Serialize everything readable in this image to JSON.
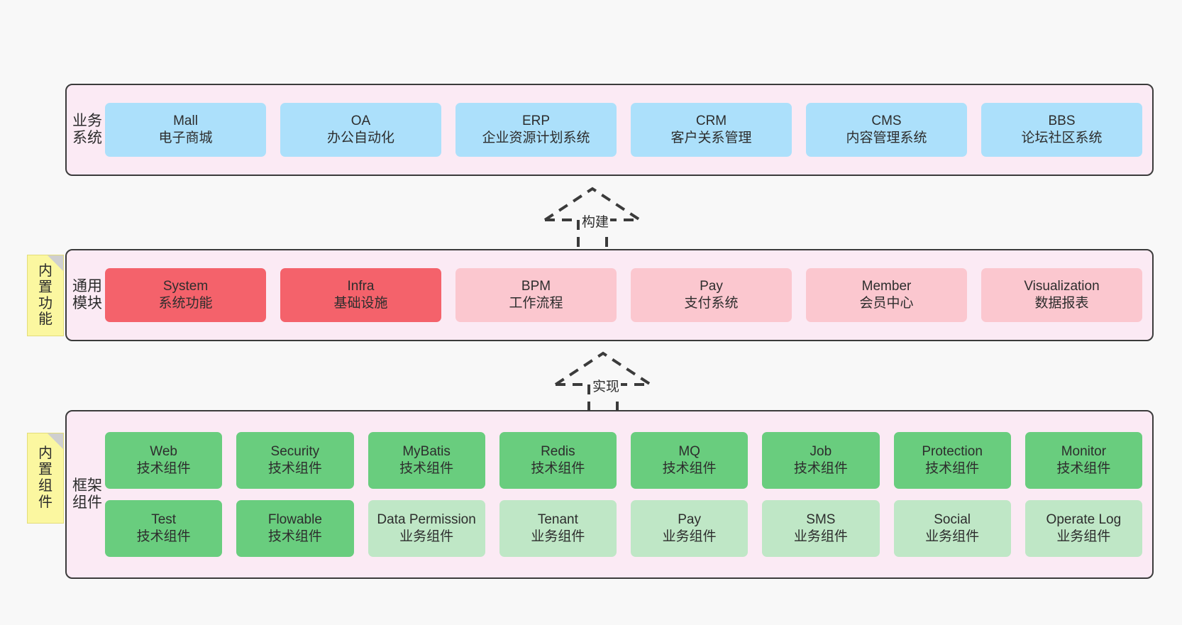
{
  "diagram": {
    "title_note_color": "#fbf7a0",
    "layer_bg_color": "#fbeaf4",
    "layers": [
      {
        "id": "business",
        "label": "业务系统",
        "note": null,
        "rows": [
          {
            "cells": [
              {
                "name": "Mall",
                "sub": "电子商城",
                "color": "#ace0fb"
              },
              {
                "name": "OA",
                "sub": "办公自动化",
                "color": "#ace0fb"
              },
              {
                "name": "ERP",
                "sub": "企业资源计划系统",
                "color": "#ace0fb"
              },
              {
                "name": "CRM",
                "sub": "客户关系管理",
                "color": "#ace0fb"
              },
              {
                "name": "CMS",
                "sub": "内容管理系统",
                "color": "#ace0fb"
              },
              {
                "name": "BBS",
                "sub": "论坛社区系统",
                "color": "#ace0fb"
              }
            ]
          }
        ]
      },
      {
        "id": "common-module",
        "label": "通用模块",
        "note": "内置功能",
        "rows": [
          {
            "cells": [
              {
                "name": "System",
                "sub": "系统功能",
                "color": "#f4626b"
              },
              {
                "name": "Infra",
                "sub": "基础设施",
                "color": "#f4626b"
              },
              {
                "name": "BPM",
                "sub": "工作流程",
                "color": "#fbc7cf"
              },
              {
                "name": "Pay",
                "sub": "支付系统",
                "color": "#fbc7cf"
              },
              {
                "name": "Member",
                "sub": "会员中心",
                "color": "#fbc7cf"
              },
              {
                "name": "Visualization",
                "sub": "数据报表",
                "color": "#fbc7cf"
              }
            ]
          }
        ]
      },
      {
        "id": "framework-component",
        "label": "框架组件",
        "note": "内置组件",
        "rows": [
          {
            "cells": [
              {
                "name": "Web",
                "sub": "技术组件",
                "color": "#69cd7e"
              },
              {
                "name": "Security",
                "sub": "技术组件",
                "color": "#69cd7e"
              },
              {
                "name": "MyBatis",
                "sub": "技术组件",
                "color": "#69cd7e"
              },
              {
                "name": "Redis",
                "sub": "技术组件",
                "color": "#69cd7e"
              },
              {
                "name": "MQ",
                "sub": "技术组件",
                "color": "#69cd7e"
              },
              {
                "name": "Job",
                "sub": "技术组件",
                "color": "#69cd7e"
              },
              {
                "name": "Protection",
                "sub": "技术组件",
                "color": "#69cd7e"
              },
              {
                "name": "Monitor",
                "sub": "技术组件",
                "color": "#69cd7e"
              }
            ]
          },
          {
            "cells": [
              {
                "name": "Test",
                "sub": "技术组件",
                "color": "#69cd7e"
              },
              {
                "name": "Flowable",
                "sub": "技术组件",
                "color": "#69cd7e"
              },
              {
                "name": "Data Permission",
                "sub": "业务组件",
                "color": "#bfe7c6"
              },
              {
                "name": "Tenant",
                "sub": "业务组件",
                "color": "#bfe7c6"
              },
              {
                "name": "Pay",
                "sub": "业务组件",
                "color": "#bfe7c6"
              },
              {
                "name": "SMS",
                "sub": "业务组件",
                "color": "#bfe7c6"
              },
              {
                "name": "Social",
                "sub": "业务组件",
                "color": "#bfe7c6"
              },
              {
                "name": "Operate Log",
                "sub": "业务组件",
                "color": "#bfe7c6"
              }
            ]
          }
        ]
      }
    ],
    "connectors": [
      {
        "id": "build",
        "label": "构建"
      },
      {
        "id": "implement",
        "label": "实现"
      }
    ]
  }
}
